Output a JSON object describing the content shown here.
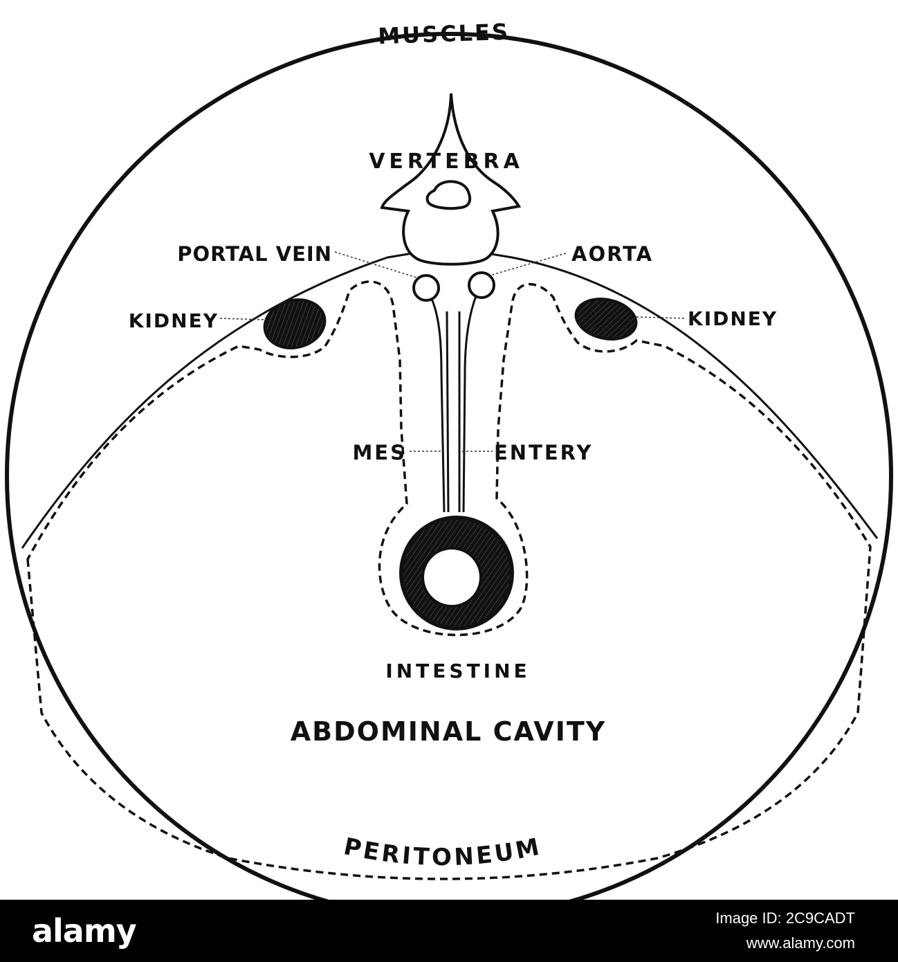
{
  "labels": {
    "muscles": "MUSCLES",
    "vertebra": "VERTEBRA",
    "portal_vein": "PORTAL VEIN",
    "aorta": "AORTA",
    "kidney_left": "KIDNEY",
    "kidney_right": "KIDNEY",
    "mesentery_left": "MES",
    "mesentery_right": "ENTERY",
    "intestine": "INTESTINE",
    "abdominal_cavity": "ABDOMINAL CAVITY",
    "peritoneum": "PERITONEUM"
  },
  "watermark": {
    "brand": "alamy",
    "image_id": "Image ID: 2C9CADT",
    "site": "www.alamy.com"
  },
  "colors": {
    "ink": "#111111",
    "background": "#ffffff",
    "banner": "#000000",
    "banner_text": "#ffffff"
  }
}
